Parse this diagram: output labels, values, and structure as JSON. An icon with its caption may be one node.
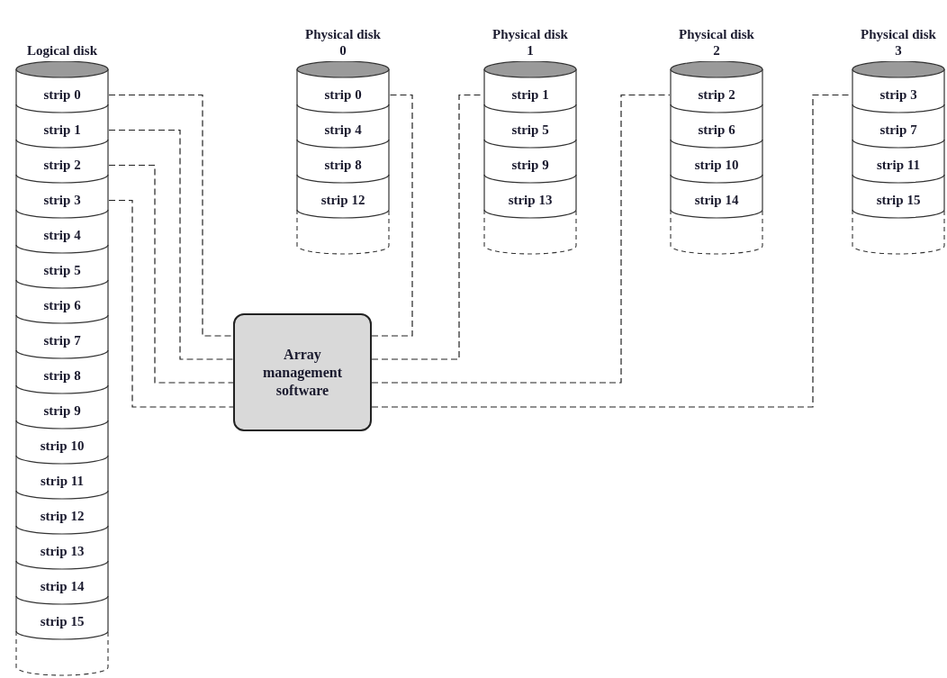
{
  "diagram": {
    "nodes": [
      {
        "text": [
          "Logical disk"
        ]
      },
      {
        "text": [
          "strip 0"
        ],
        "in": 0
      },
      {
        "text": [
          "strip 1"
        ],
        "in": 0
      },
      {
        "text": [
          "strip 2"
        ],
        "in": 0
      },
      {
        "text": [
          "strip 3"
        ],
        "in": 0
      },
      {
        "text": [
          "strip 4"
        ],
        "in": 0
      },
      {
        "text": [
          "strip 5"
        ],
        "in": 0
      },
      {
        "text": [
          "strip 6"
        ],
        "in": 0
      },
      {
        "text": [
          "strip 7"
        ],
        "in": 0
      },
      {
        "text": [
          "strip 8"
        ],
        "in": 0
      },
      {
        "text": [
          "strip 9"
        ],
        "in": 0
      },
      {
        "text": [
          "strip 10"
        ],
        "in": 0
      },
      {
        "text": [
          "strip 11"
        ],
        "in": 0
      },
      {
        "text": [
          "strip 12"
        ],
        "in": 0
      },
      {
        "text": [
          "strip 13"
        ],
        "in": 0
      },
      {
        "text": [
          "strip 14"
        ],
        "in": 0
      },
      {
        "text": [
          "strip 15"
        ],
        "in": 0
      },
      {
        "text": [
          "Physical disk 0"
        ]
      },
      {
        "text": [
          "strip 0"
        ],
        "in": 17
      },
      {
        "text": [
          "strip 4"
        ],
        "in": 17
      },
      {
        "text": [
          "strip 8"
        ],
        "in": 17
      },
      {
        "text": [
          "strip 12"
        ],
        "in": 17
      },
      {
        "text": [
          "Physical disk 1"
        ]
      },
      {
        "text": [
          "strip 1"
        ],
        "in": 22
      },
      {
        "text": [
          "strip 5"
        ],
        "in": 22
      },
      {
        "text": [
          "strip 9"
        ],
        "in": 22
      },
      {
        "text": [
          "strip 13"
        ],
        "in": 22
      },
      {
        "text": [
          "Physical disk 2"
        ]
      },
      {
        "text": [
          "strip 2"
        ],
        "in": 27
      },
      {
        "text": [
          "strip 6"
        ],
        "in": 27
      },
      {
        "text": [
          "strip 10"
        ],
        "in": 27
      },
      {
        "text": [
          "strip 14"
        ],
        "in": 27
      },
      {
        "text": [
          "Physical disk 3"
        ]
      },
      {
        "text": [
          "strip 3"
        ],
        "in": 32
      },
      {
        "text": [
          "strip 7"
        ],
        "in": 32
      },
      {
        "text": [
          "strip 11"
        ],
        "in": 32
      },
      {
        "text": [
          "strip 15"
        ],
        "in": 32
      },
      {
        "text": [
          "Array management software"
        ]
      }
    ],
    "edges": [
      {
        "from": 1,
        "to": 37,
        "arrow": "none",
        "style": "dashed"
      },
      {
        "from": 2,
        "to": 37,
        "arrow": "none",
        "style": "dashed"
      },
      {
        "from": 3,
        "to": 37,
        "arrow": "none",
        "style": "dashed"
      },
      {
        "from": 4,
        "to": 37,
        "arrow": "none",
        "style": "dashed"
      },
      {
        "from": 37,
        "to": 18,
        "arrow": "none",
        "style": "dashed"
      },
      {
        "from": 37,
        "to": 23,
        "arrow": "none",
        "style": "dashed"
      },
      {
        "from": 37,
        "to": 28,
        "arrow": "none",
        "style": "dashed"
      },
      {
        "from": 37,
        "to": 33,
        "arrow": "none",
        "style": "dashed"
      }
    ]
  }
}
